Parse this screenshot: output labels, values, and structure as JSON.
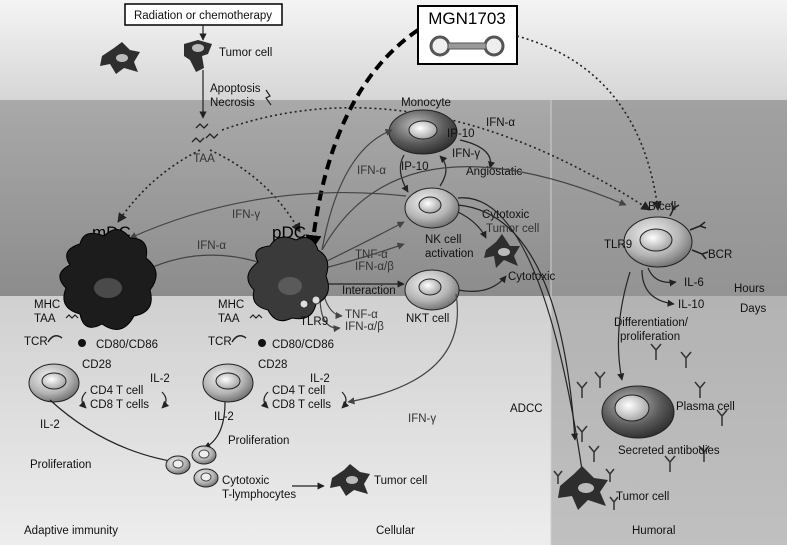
{
  "top": {
    "trigger": "Radiation or chemotherapy",
    "tumor_cell": "Tumor cell",
    "apoptosis": "Apoptosis",
    "necrosis": "Necrosis",
    "taa": "TAA",
    "drug": "MGN1703"
  },
  "cells": {
    "mdc": "mDC",
    "pdc": "pDC",
    "monocyte": "Monocyte",
    "nk": "NK cell\nactivation",
    "nk_line1": "NK cell",
    "nk_line2": "activation",
    "nkt": "NKT cell",
    "b_cell": "B cell",
    "tlr9_b": "TLR9",
    "bcr": "BCR",
    "plasma": "Plasma cell",
    "secreted": "Secreted antibodies",
    "tumor_right": "Tumor cell",
    "tumor_mid": "Tumor cell",
    "tumor_bottom": "Tumor cell",
    "ctl_line1": "Cytotoxic",
    "ctl_line2": "T-lymphocytes"
  },
  "labels": {
    "ifn_gamma": "IFN-γ",
    "ifn_alpha": "IFN-α",
    "ifn_alpha_top": "IFN-α",
    "ip10_a": "IP-10",
    "ip10_b": "IP-10",
    "ifn_gamma_mono": "IFN-γ",
    "angiostatic": "Angiostatic",
    "ifn_alpha_mono": "IFN-α",
    "tnf_a1": "TNF-α",
    "ifn_ab1": "IFN-α/β",
    "interaction": "Interaction",
    "tnf_a2": "TNF-α",
    "ifn_ab2": "IFN-α/β",
    "cytotoxic1": "Cytotoxic",
    "cytotoxic2": "Cytotoxic",
    "tlr9_pdc": "TLR9",
    "mhc1": "MHC",
    "taa1": "TAA",
    "tcr1": "TCR",
    "cd80_1": "CD80/CD86",
    "cd28_1": "CD28",
    "mhc2": "MHC",
    "taa2": "TAA",
    "tcr2": "TCR",
    "cd80_2": "CD80/CD86",
    "cd28_2": "CD28",
    "il2_a": "IL-2",
    "il2_b": "IL-2",
    "il2_c": "IL-2",
    "il2_d": "IL-2",
    "cd4_a": "CD4 T cell",
    "cd8_a": "CD8 T cells",
    "cd4_b": "CD4 T cell",
    "cd8_b": "CD8 T cells",
    "prolif_a": "Proliferation",
    "prolif_b": "Proliferation",
    "ifn_gamma_nkt": "IFN-γ",
    "adcc": "ADCC",
    "il6": "IL-6",
    "il10": "IL-10",
    "hours": "Hours",
    "days": "Days",
    "diff_line1": "Differentiation/",
    "diff_line2": "proliferation"
  },
  "sections": {
    "adaptive": "Adaptive immunity",
    "cellular": "Cellular",
    "humoral": "Humoral"
  }
}
